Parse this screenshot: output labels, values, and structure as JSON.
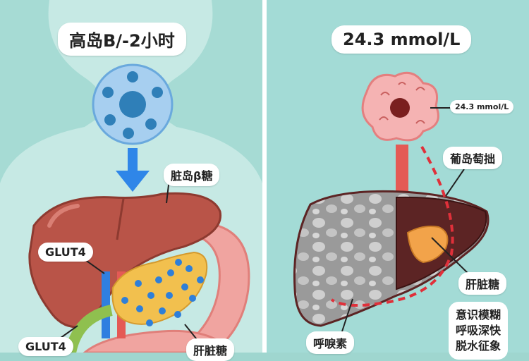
{
  "left_panel": {
    "title": "高岛B/-2小时",
    "labels": {
      "liver_top": "脏岛β糖",
      "glut4_a": "GLUT4",
      "glut4_b": "GLUT4",
      "bottom_right": "肝脏糖"
    }
  },
  "right_panel": {
    "title": "24.3 mmol/L",
    "labels": {
      "cell_small": "24.3 mmol/L",
      "top_right": "葡岛萄拙",
      "mid_right": "肝脏糖",
      "bottom_left": "呼唳素"
    },
    "symptoms": [
      "意识模糊",
      "呼吸深快",
      "脱水征象"
    ]
  },
  "colors": {
    "background": "#9fd6cf",
    "liver": "#b95448",
    "pancreas": "#f2c04e",
    "dots": "#2f7fd8",
    "arrow": "#2f86e8",
    "dashed_line": "#e0303a"
  }
}
